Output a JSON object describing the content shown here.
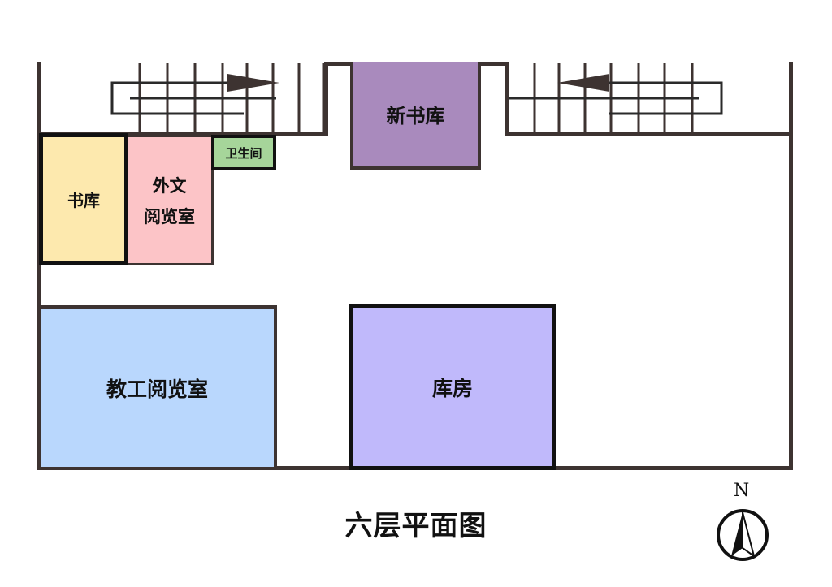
{
  "title": "六层平面图",
  "compass": {
    "label": "N"
  },
  "rooms": {
    "xin_shuku": {
      "label": "新书库",
      "color": "#a98abd"
    },
    "shuku": {
      "label": "书库",
      "color": "#fde9ae"
    },
    "waiwen": {
      "line1": "外文",
      "line2": "阅览室",
      "color": "#fcc4c7"
    },
    "weishengjian": {
      "label": "卫生间",
      "color": "#a6d59a"
    },
    "jiaogong": {
      "label": "教工阅览室",
      "color": "#b9d7fd"
    },
    "kufang": {
      "label": "库房",
      "color": "#c0b9fb"
    }
  },
  "colors": {
    "wall": "#3d3331"
  }
}
